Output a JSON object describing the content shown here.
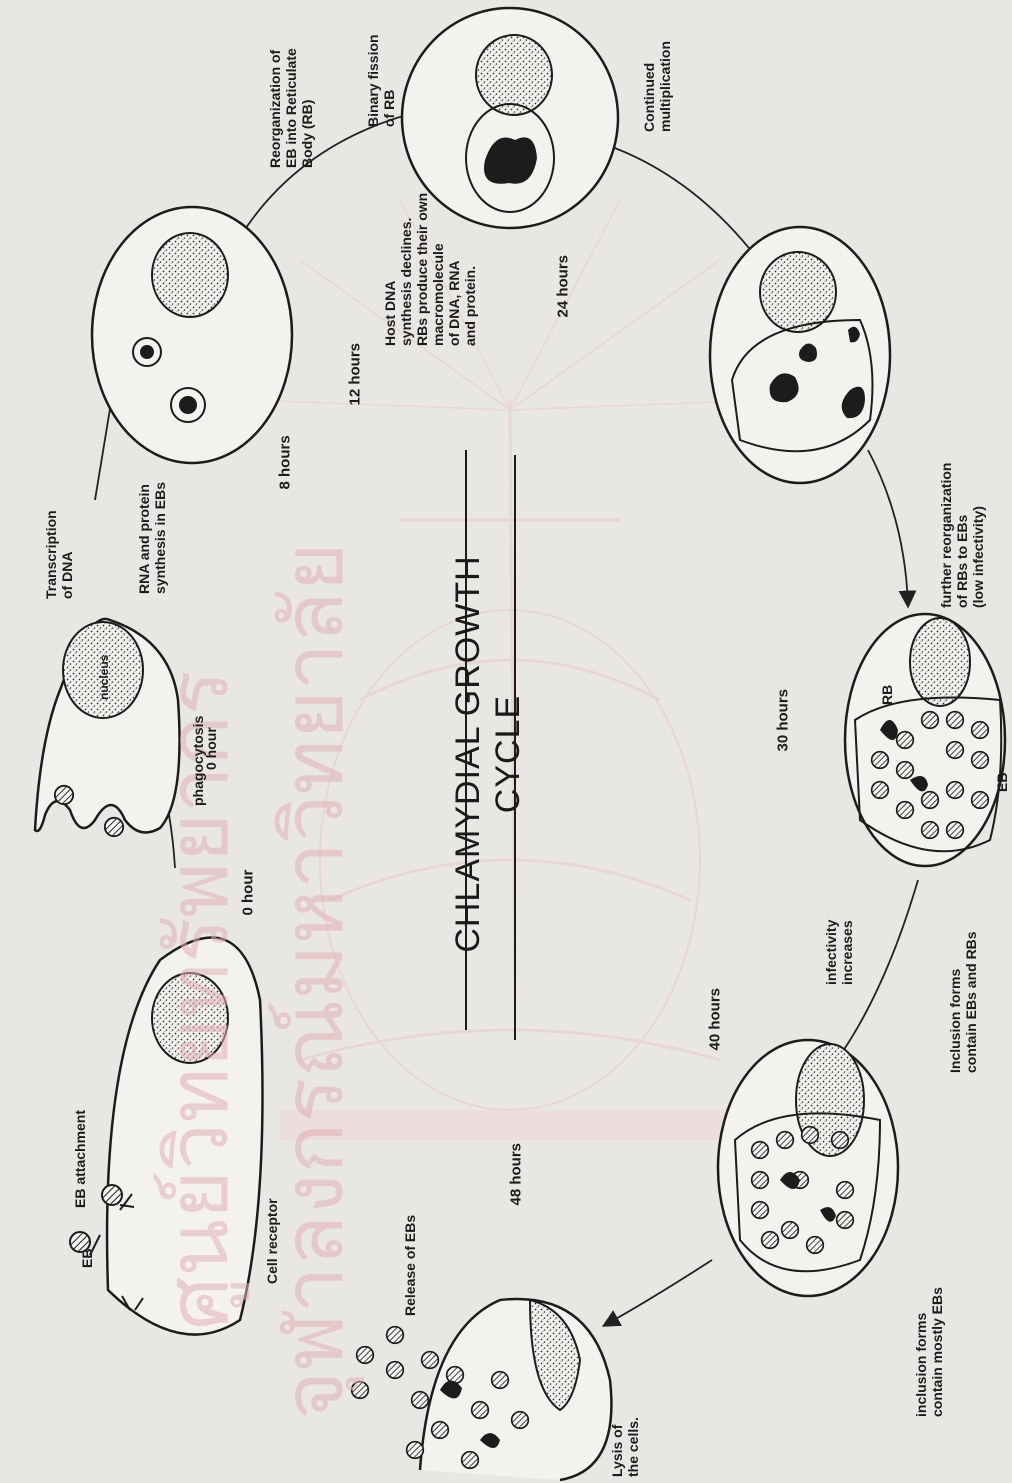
{
  "title": "CHLAMYDIAL GROWTH CYCLE",
  "title_lines": [
    "CHLAMYDIAL GROWTH",
    "CYCLE"
  ],
  "stages": [
    {
      "time": "0 hour",
      "label": "EB attachment",
      "extra": "Cell receptor",
      "tag": "EB"
    },
    {
      "time": "0 hour",
      "label": "phagocytosis",
      "nucleus": "nucleus"
    },
    {
      "time": "8 hours",
      "label": "Transcription of DNA",
      "note": "RNA and protein synthesis in EBs"
    },
    {
      "time": "12 hours",
      "label": "Reorganization of EB into Reticulate Body (RB)",
      "note": "Host DNA synthesis declines. RBs produce their own macromolecule of DNA, RNA and protein."
    },
    {
      "time": "24 hours",
      "label": "Binary fission of RB"
    },
    {
      "time": "24 hours",
      "label": "Continued multiplication"
    },
    {
      "time": "30 hours",
      "label": "further reorganization of RBs to EBs (low infectivity)",
      "tags": [
        "RB",
        "EB"
      ]
    },
    {
      "time": "40 hours",
      "label": "Inclusion forms contain EBs and RBs",
      "note": "infectivity increases"
    },
    {
      "time": "48 hours",
      "label": "inclusion forms contain mostly EBs"
    },
    {
      "time": "48 hours",
      "label": "Release of EBs",
      "extra": "Lysis of the cells."
    }
  ],
  "text": {
    "eb_attachment": "EB attachment",
    "eb_tag": "EB",
    "cell_receptor": "Cell receptor",
    "t0a": "0 hour",
    "phagocytosis": "phagocytosis",
    "t0b": "0 hour",
    "nucleus": "nucleus",
    "transcription": [
      "Transcription",
      "of DNA"
    ],
    "rna_protein": [
      "RNA and protein",
      "synthesis in EBs"
    ],
    "t8": "8 hours",
    "reorg": [
      "Reorganization of",
      "EB into Reticulate",
      "Body (RB)"
    ],
    "t12": "12 hours",
    "host_dna": [
      "Host DNA",
      "synthesis declines.",
      "RBs produce their own",
      "macromolecule",
      "of DNA, RNA",
      "and protein."
    ],
    "binary": [
      "Binary fission",
      "of RB"
    ],
    "t24": "24 hours",
    "continued": [
      "Continued",
      "multiplication"
    ],
    "further": [
      "further reorganization",
      "of RBs to EBs",
      "(low infectivity)"
    ],
    "t30": "30 hours",
    "rb_tag": "RB",
    "eb_tag2": "EB",
    "inclusion_eb_rb": [
      "Inclusion forms",
      "contain EBs and RBs"
    ],
    "infectivity": [
      "infectivity",
      "increases"
    ],
    "t40": "40 hours",
    "inclusion_mostly": [
      "inclusion forms",
      "contain mostly EBs"
    ],
    "t48": "48 hours",
    "release": "Release of EBs",
    "lysis": [
      "Lysis of",
      "the cells."
    ]
  },
  "watermark": {
    "line1": "ศูนย์วิทยทรัพยากร",
    "line2": "จุฬาลงกรณ์มหาวิทยาลัย",
    "color": "#e2b0b4"
  },
  "colors": {
    "paper": "#e9e7e3",
    "ink": "#1c1c1c",
    "watermark": "#e2b0b4"
  }
}
